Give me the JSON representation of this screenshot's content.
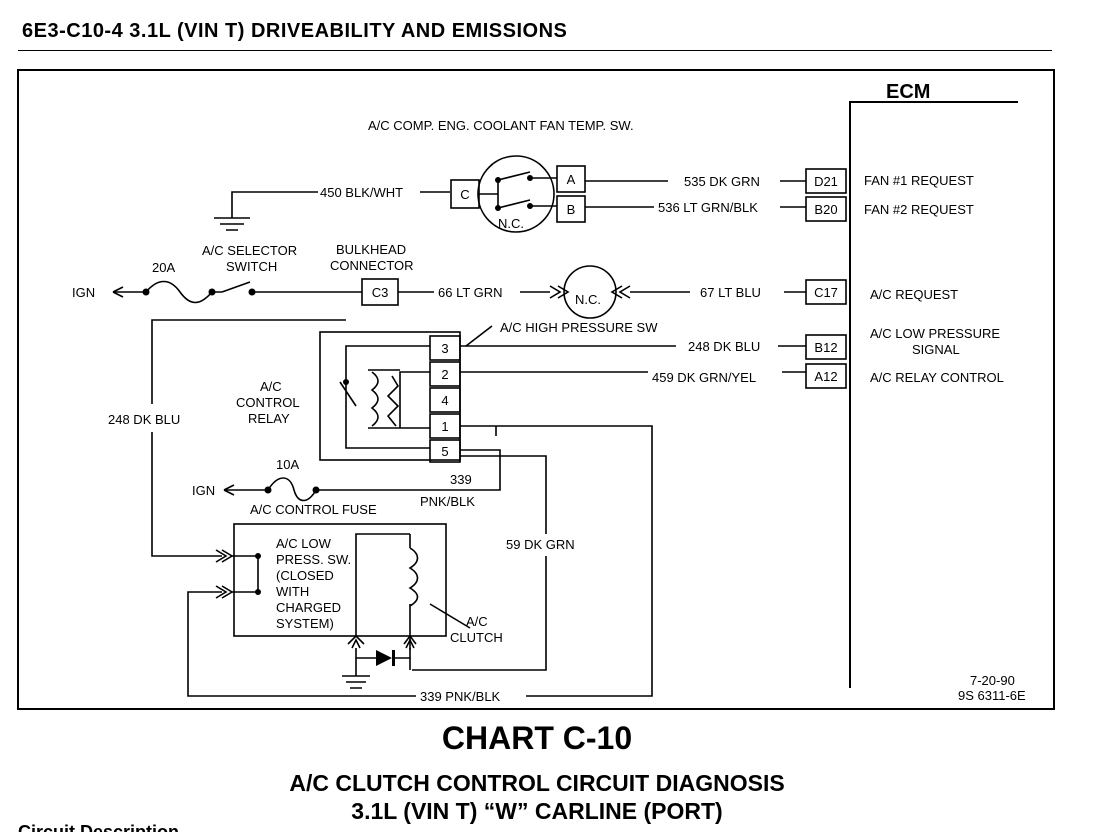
{
  "header": {
    "page_ref": "6E3-C10-4  3.1L  (VIN T)  DRIVEABILITY AND EMISSIONS"
  },
  "diagram": {
    "ecm_label": "ECM",
    "coolant_switch_label": "A/C COMP. ENG. COOLANT FAN TEMP. SW.",
    "nc_label": "N.C.",
    "wires": {
      "w450": "450 BLK/WHT",
      "w535": "535  DK GRN",
      "w536": "536  LT GRN/BLK",
      "w66": "66  LT GRN",
      "w67": "67  LT BLU",
      "w248_right": "248  DK BLU",
      "w459": "459  DK GRN/YEL",
      "w248_left": "248  DK BLU",
      "w339_num": "339",
      "w339_col": "PNK/BLK",
      "w59": "59  DK GRN",
      "w339_bottom": "339 PNK/BLK"
    },
    "pins": {
      "c": "C",
      "a": "A",
      "b": "B",
      "c3": "C3",
      "d21": "D21",
      "b20": "B20",
      "c17": "C17",
      "b12": "B12",
      "a12": "A12",
      "r3": "3",
      "r2": "2",
      "r4": "4",
      "r1": "1",
      "r5": "5"
    },
    "ecm_signals": {
      "fan1": "FAN #1 REQUEST",
      "fan2": "FAN #2 REQUEST",
      "ac_request": "A/C REQUEST",
      "low_pressure_1": "A/C LOW PRESSURE",
      "low_pressure_2": "SIGNAL",
      "relay_control": "A/C RELAY CONTROL"
    },
    "labels": {
      "selector_1": "A/C SELECTOR",
      "selector_2": "SWITCH",
      "bulkhead_1": "BULKHEAD",
      "bulkhead_2": "CONNECTOR",
      "fuse20": "20A",
      "ign_top": "IGN",
      "high_pressure": "A/C HIGH PRESSURE SW",
      "relay_1": "A/C",
      "relay_2": "CONTROL",
      "relay_3": "RELAY",
      "fuse10": "10A",
      "ign_bottom": "IGN",
      "control_fuse": "A/C CONTROL FUSE",
      "lowsw_1": "A/C LOW",
      "lowsw_2": "PRESS. SW.",
      "lowsw_3": "(CLOSED",
      "lowsw_4": "WITH",
      "lowsw_5": "CHARGED",
      "lowsw_6": "SYSTEM)",
      "clutch_1": "A/C",
      "clutch_2": "CLUTCH",
      "date": "7-20-90",
      "code": "9S 6311-6E"
    }
  },
  "chart": {
    "title": "CHART C-10",
    "subtitle_1": "A/C CLUTCH CONTROL CIRCUIT DIAGNOSIS",
    "subtitle_2": "3.1L  (VIN T)  “W”  CARLINE  (PORT)"
  },
  "footer": {
    "text": "Circuit Description"
  }
}
